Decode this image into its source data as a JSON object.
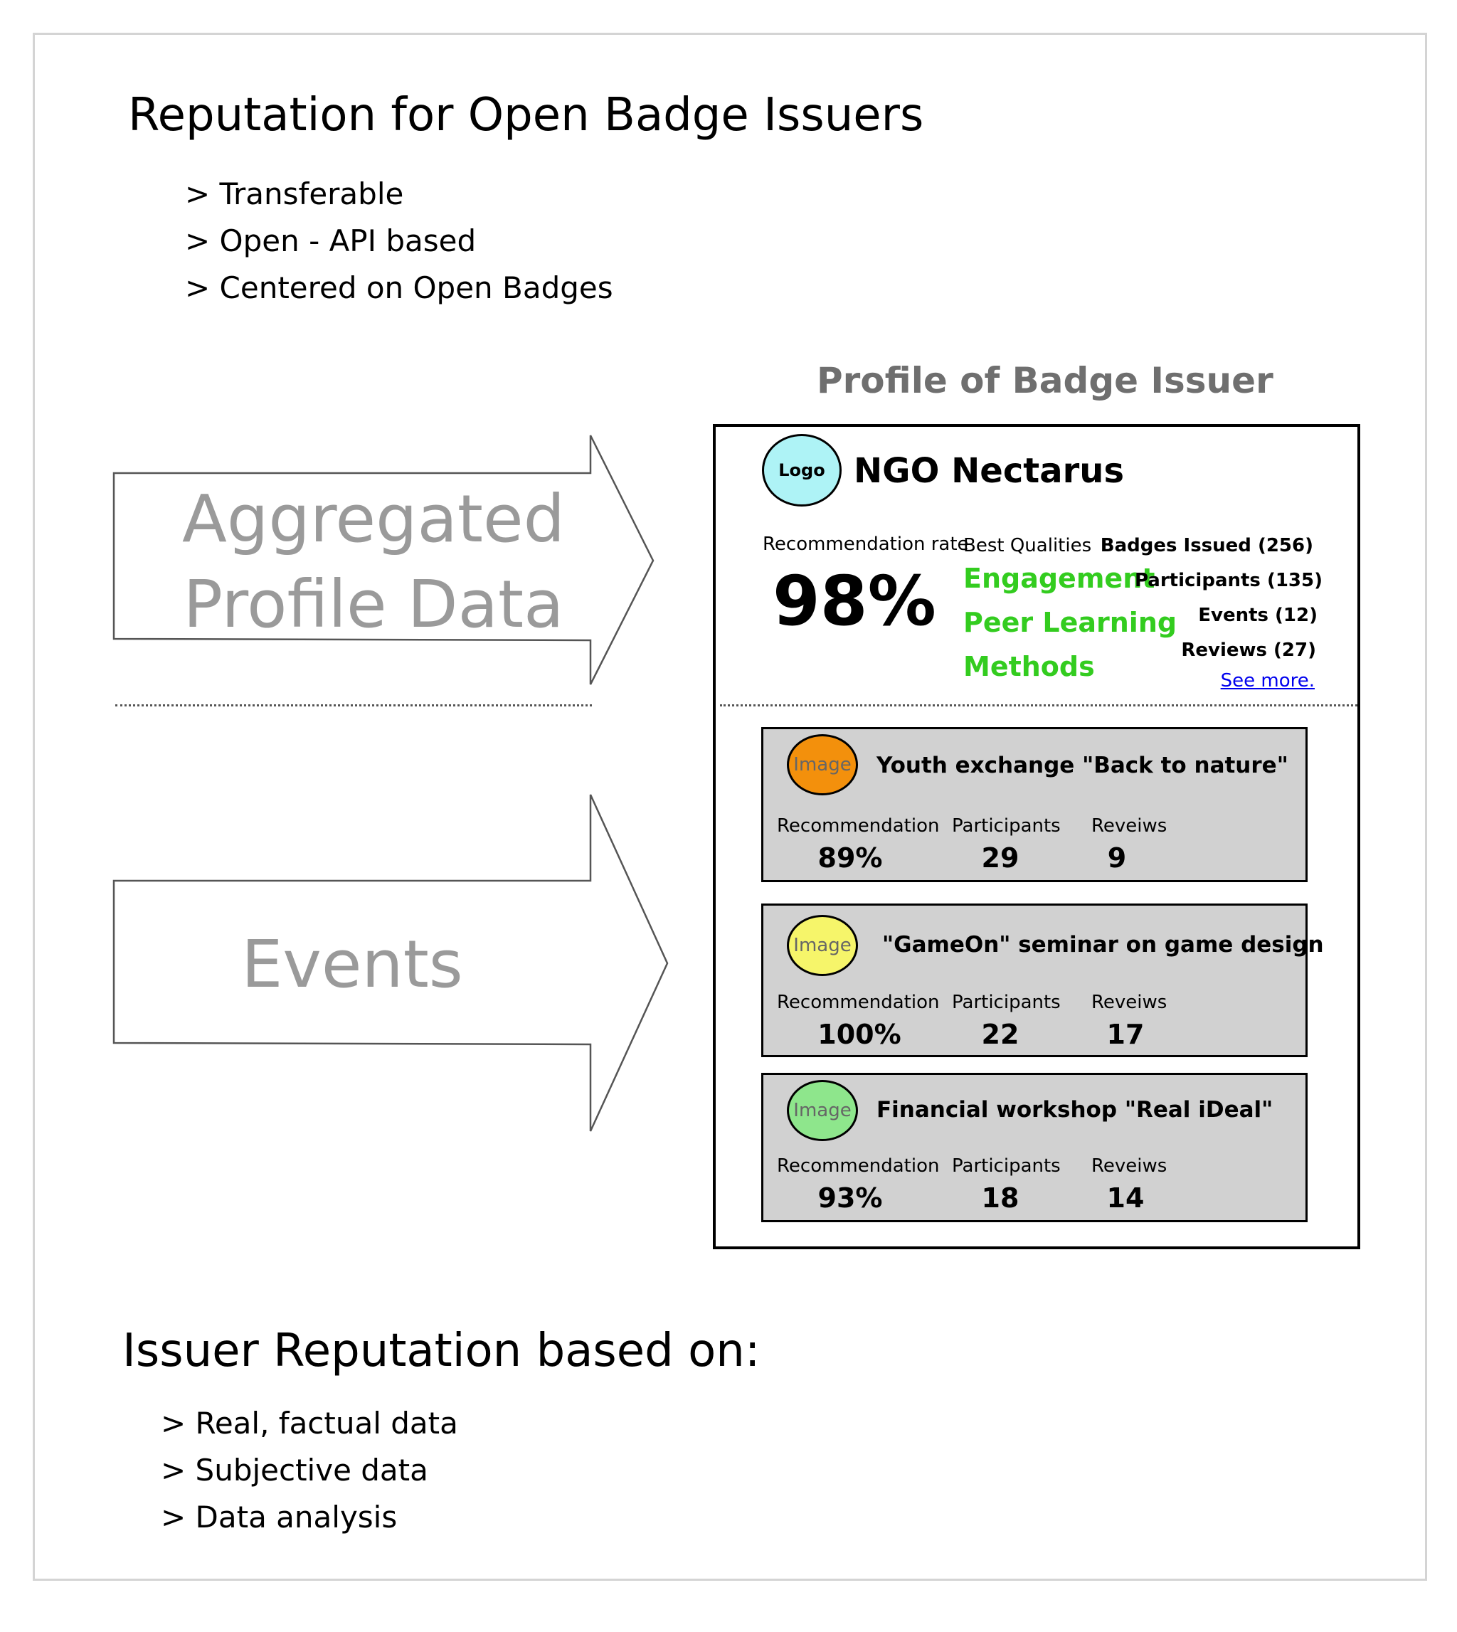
{
  "header": {
    "title": "Reputation for Open Badge Issuers",
    "bullets": [
      "> Transferable",
      "> Open - API based",
      "> Centered on Open Badges"
    ]
  },
  "flow": {
    "arrow1_line1": "Aggregated",
    "arrow1_line2": "Profile Data",
    "arrow2": "Events"
  },
  "profile": {
    "heading": "Profile of Badge Issuer",
    "logo_text": "Logo",
    "name": "NGO Nectarus",
    "rate_label": "Recommendation rate",
    "rate_value": "98%",
    "qualities_label": "Best Qualities",
    "qualities": [
      "Engagement",
      "Peer Learning",
      "Methods"
    ],
    "stats": [
      "Badges Issued (256)",
      "Participants (135)",
      "Events (12)",
      "Reviews (27)"
    ],
    "see_more": "See more.",
    "colors": {
      "quality": "#33cc1f",
      "link": "#0000ee",
      "logo": "#aef3f6"
    }
  },
  "events": [
    {
      "image_text": "Image",
      "image_color": "#f3900c",
      "title": "Youth exchange \"Back to nature\"",
      "rec_label": "Recommendation",
      "rec": "89%",
      "part_label": "Participants",
      "part": "29",
      "rev_label": "Reveiws",
      "rev": "9"
    },
    {
      "image_text": "Image",
      "image_color": "#f6f56a",
      "title": "\"GameOn\" seminar on game design",
      "rec_label": "Recommendation",
      "rec": "100%",
      "part_label": "Participants",
      "part": "22",
      "rev_label": "Reveiws",
      "rev": "17"
    },
    {
      "image_text": "Image",
      "image_color": "#8ee68c",
      "title": "Financial workshop \"Real iDeal\"",
      "rec_label": "Recommendation",
      "rec": "93%",
      "part_label": "Participants",
      "part": "18",
      "rev_label": "Reveiws",
      "rev": "14"
    }
  ],
  "footer": {
    "title": "Issuer Reputation based on:",
    "bullets": [
      "> Real, factual data",
      "> Subjective data",
      "> Data analysis"
    ]
  }
}
